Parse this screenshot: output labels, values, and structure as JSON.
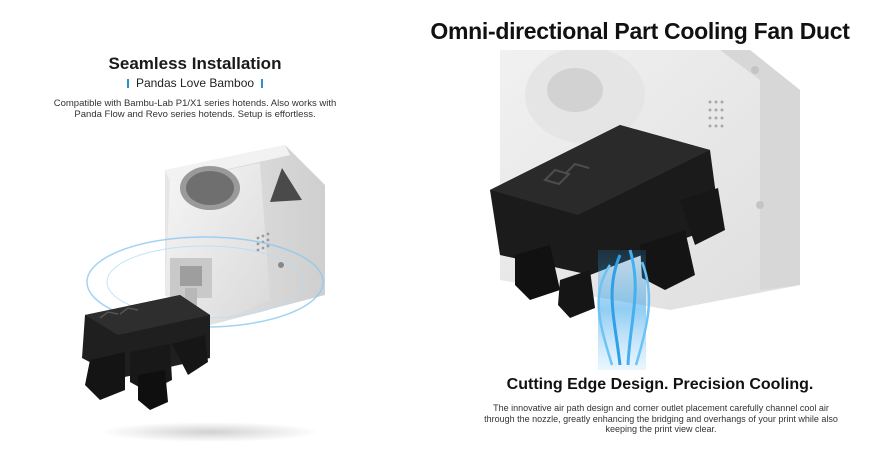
{
  "left": {
    "title": "Seamless Installation",
    "subtitle": "Pandas Love Bamboo",
    "description": "Compatible with Bambu-Lab P1/X1 series hotends. Also works with Panda Flow and Revo series hotends. Setup is effortless."
  },
  "right": {
    "title": "Omni-directional Part Cooling Fan Duct",
    "heading": "Cutting Edge Design. Precision Cooling.",
    "description": "The innovative air path design and corner outlet placement carefully channel cool air through the nozzle, greatly enhancing the bridging and overhangs of your print while also keeping the print view clear."
  },
  "icons": [
    "hotend-assembly-image",
    "fan-duct-image",
    "airflow-icon"
  ],
  "colors": {
    "accent": "#2b8fd6",
    "duct": "#1c1c1c",
    "housing": "#e8e8e8",
    "airflow": "#2fa0e8"
  }
}
